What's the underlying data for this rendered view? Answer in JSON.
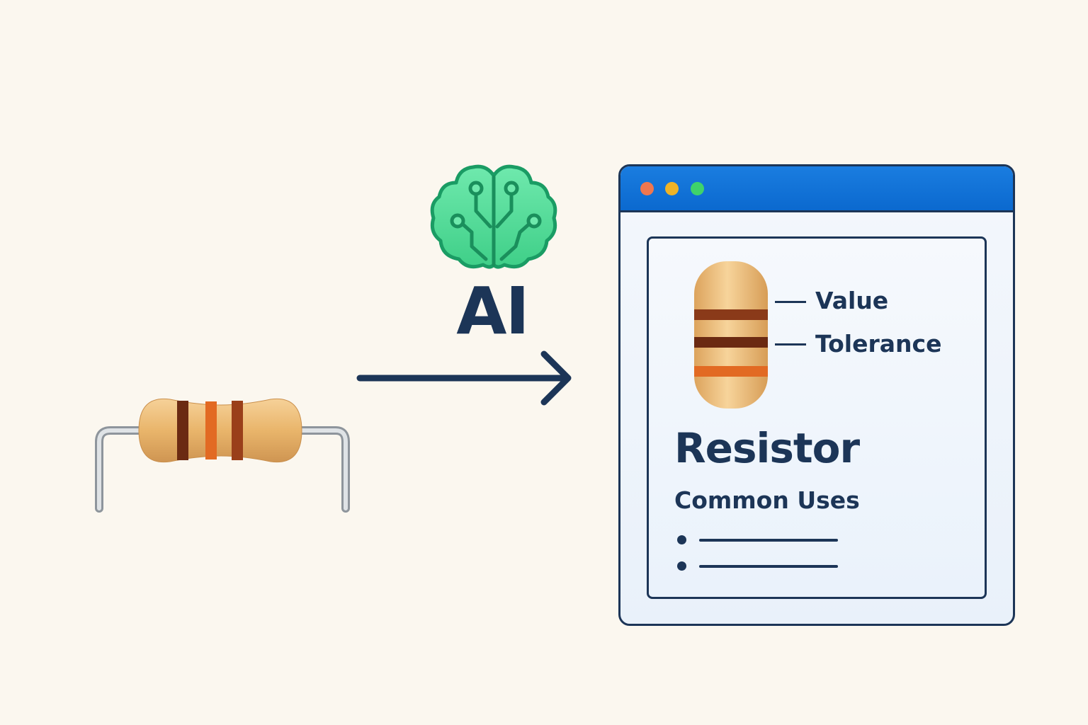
{
  "ai_label": "AI",
  "window": {
    "controls": [
      "close",
      "minimize",
      "maximize"
    ],
    "title_bar_color": "#0b69cf"
  },
  "card": {
    "callouts": {
      "value": "Value",
      "tolerance": "Tolerance"
    },
    "title": "Resistor",
    "subtitle": "Common Uses",
    "list_items": 2
  },
  "icons": {
    "input": "resistor-icon",
    "processor": "brain-circuit-icon",
    "flow": "arrow-right-icon",
    "preview": "resistor-vertical-icon"
  },
  "colors": {
    "text": "#1c3557",
    "background": "#fbf7ef",
    "brain": "#4fdc97",
    "resistor_body": "#e8b66d",
    "band_brown": "#7a3216",
    "band_orange": "#e26a23"
  }
}
